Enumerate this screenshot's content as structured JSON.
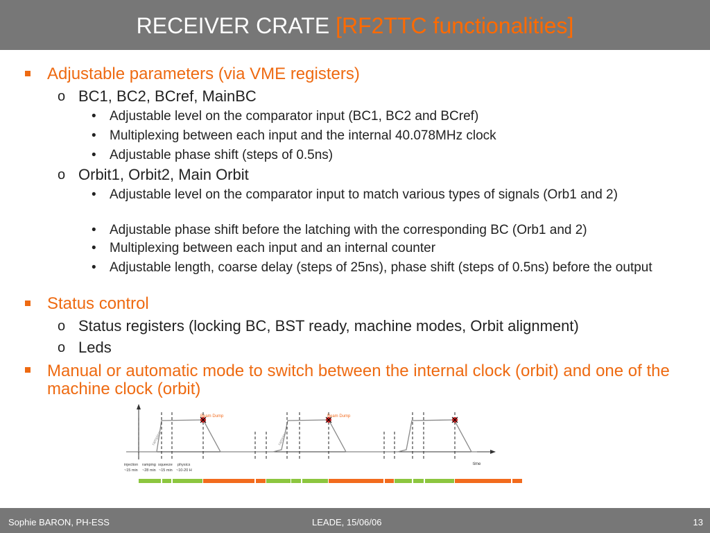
{
  "header": {
    "title_main": "RECEIVER CRATE",
    "title_accent": "[RF2TTC functionalities]"
  },
  "bullets": [
    {
      "text": "Adjustable parameters (via VME registers)",
      "children": [
        {
          "text": "BC1, BC2, BCref, MainBC",
          "children": [
            "Adjustable level on the comparator input (BC1, BC2 and BCref)",
            "Multiplexing between each input and the internal 40.078MHz clock",
            "Adjustable phase shift (steps of 0.5ns)"
          ]
        },
        {
          "text": "Orbit1, Orbit2, Main Orbit",
          "children": [
            "Adjustable level on the comparator input to match various types of signals (Orb1 and 2)",
            "Adjustable phase shift before the latching with the corresponding BC (Orb1 and 2)",
            "Multiplexing between each input and an internal counter",
            "Adjustable length, coarse delay (steps of 25ns), phase shift (steps of 0.5ns) before the output"
          ]
        }
      ]
    },
    {
      "text": "Status control",
      "children": [
        {
          "text": "Status registers (locking BC, BST ready, machine modes, Orbit alignment)"
        },
        {
          "text": "Leds"
        }
      ]
    },
    {
      "text": "Manual or automatic mode to switch between the internal clock (orbit) and one of the machine clock (orbit)"
    }
  ],
  "diagram": {
    "beam_dump_label": "Beam Dump",
    "ramp_label": "ramping",
    "time_label": "time",
    "phase_labels": [
      "injection",
      "ramping",
      "squeeze",
      "physics"
    ],
    "durations": [
      "~15 min",
      "~28 min",
      "~15 min",
      "~10-20 H"
    ],
    "colors": {
      "green": "#8cc63f",
      "orange": "#f26b1d",
      "curve": "#888888",
      "axis": "#333333",
      "dump": "#cc2222"
    }
  },
  "footer": {
    "left": "Sophie BARON, PH-ESS",
    "center": "LEADE, 15/06/06",
    "page": "13"
  }
}
